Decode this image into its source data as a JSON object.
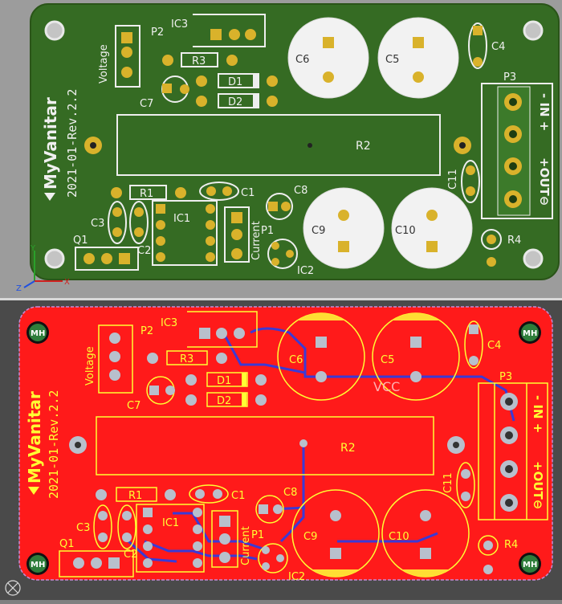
{
  "board": {
    "brand": "MyVanitar",
    "revision": "2021-01-Rev.2.2",
    "net_label": "VCC"
  },
  "labels": {
    "p2": "P2",
    "voltage": "Voltage",
    "ic3": "IC3",
    "r3": "R3",
    "d1": "D1",
    "d2": "D2",
    "c7": "C7",
    "c6": "C6",
    "c5": "C5",
    "c4": "C4",
    "p3": "P3",
    "in": "- IN +",
    "out": "+OUT⊖",
    "r2": "R2",
    "r1": "R1",
    "c1": "C1",
    "c8": "C8",
    "c11": "C11",
    "c3": "C3",
    "ic1": "IC1",
    "current": "Current",
    "p1": "P1",
    "c9": "C9",
    "c10": "C10",
    "q1": "Q1",
    "c2": "C2",
    "ic2": "IC2",
    "r4": "R4",
    "mh": "MH"
  },
  "axes": {
    "x": "X",
    "y": "Y",
    "z": "Z"
  },
  "colors": {
    "board_3d": "#356b23",
    "copper_2d": "#ff1a1a",
    "silk": "#f0f0f0",
    "silk_2d": "#ffff33",
    "pad_gold": "#d9b22b",
    "trace_blue": "#3a3ad6"
  }
}
